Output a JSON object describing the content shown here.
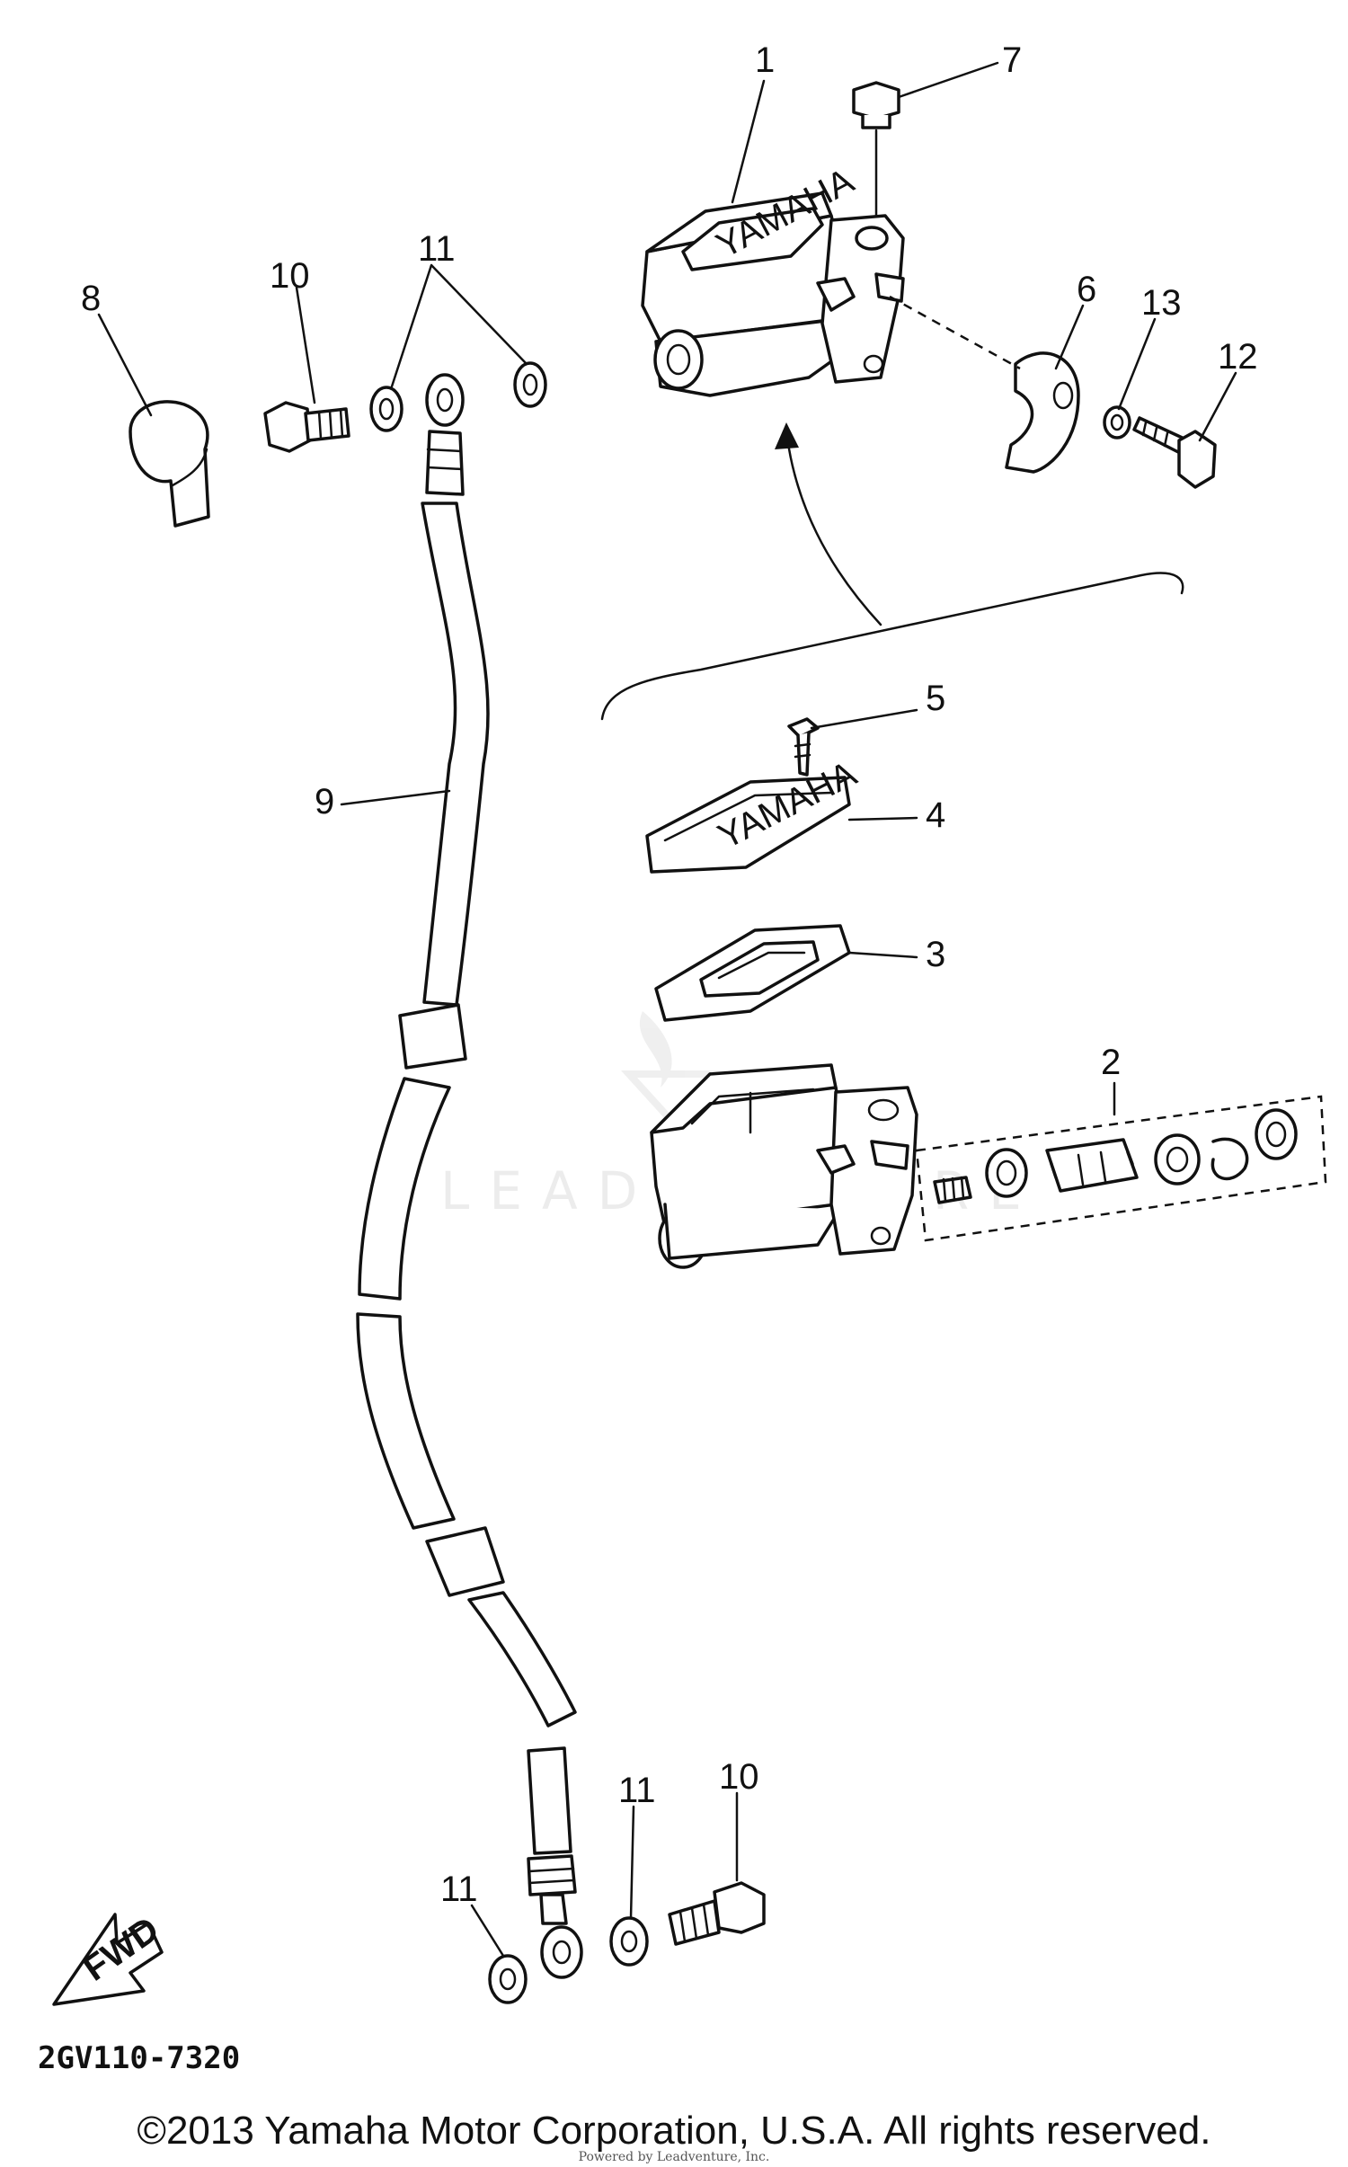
{
  "diagram": {
    "callouts": [
      {
        "id": "c1",
        "label": "1"
      },
      {
        "id": "c2",
        "label": "2"
      },
      {
        "id": "c3",
        "label": "3"
      },
      {
        "id": "c4",
        "label": "4"
      },
      {
        "id": "c5",
        "label": "5"
      },
      {
        "id": "c6",
        "label": "6"
      },
      {
        "id": "c7",
        "label": "7"
      },
      {
        "id": "c8",
        "label": "8"
      },
      {
        "id": "c9",
        "label": "9"
      },
      {
        "id": "c10a",
        "label": "10"
      },
      {
        "id": "c10b",
        "label": "10"
      },
      {
        "id": "c11a",
        "label": "11"
      },
      {
        "id": "c11b",
        "label": "11"
      },
      {
        "id": "c11c",
        "label": "11"
      },
      {
        "id": "c12",
        "label": "12"
      },
      {
        "id": "c13",
        "label": "13"
      }
    ],
    "reservoir_lettering": "YAMAHA",
    "fwd_arrow_label": "FWD",
    "watermark": "LEADVENTURE",
    "diagram_code": "2GV110-7320",
    "copyright": "©2013 Yamaha Motor Corporation, U.S.A. All rights reserved.",
    "sublogo": "Powered by Leadventure, Inc."
  }
}
